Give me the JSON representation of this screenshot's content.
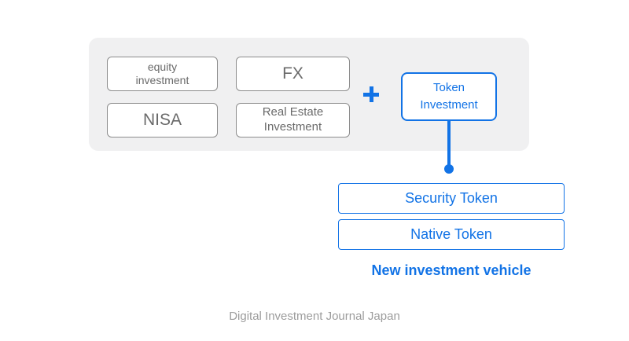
{
  "colors": {
    "accent_blue": "#1273E6",
    "panel_gray": "#F0F0F1",
    "box_border_gray": "#8C8C8C",
    "text_gray": "#6A6A6A",
    "footer_gray": "#9C9C9C"
  },
  "diagram": {
    "traditional_panel": {
      "boxes": [
        {
          "label": "equity\ninvestment"
        },
        {
          "label": "FX"
        },
        {
          "label": "NISA"
        },
        {
          "label": "Real Estate\nInvestment"
        }
      ]
    },
    "plus_sign": "+",
    "token_box": {
      "label": "Token\nInvestment"
    },
    "token_types": [
      {
        "label": "Security Token"
      },
      {
        "label": "Native Token"
      }
    ],
    "caption": "New investment vehicle"
  },
  "footer": {
    "credit": "Digital Investment Journal Japan"
  }
}
